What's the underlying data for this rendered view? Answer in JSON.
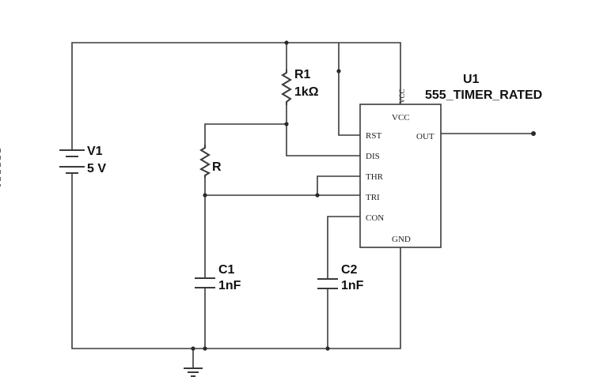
{
  "components": {
    "v1": {
      "ref": "V1",
      "value": "5 V"
    },
    "r1": {
      "ref": "R1",
      "value": "1kΩ"
    },
    "r": {
      "ref": "R"
    },
    "c1": {
      "ref": "C1",
      "value": "1nF"
    },
    "c2": {
      "ref": "C2",
      "value": "1nF"
    },
    "u1": {
      "ref": "U1",
      "part": "555_TIMER_RATED",
      "pins": {
        "vcc_top": "VCC",
        "vcc": "VCC",
        "rst": "RST",
        "dis": "DIS",
        "thr": "THR",
        "tri": "TRI",
        "con": "CON",
        "out": "OUT",
        "gnd": "GND"
      }
    }
  }
}
